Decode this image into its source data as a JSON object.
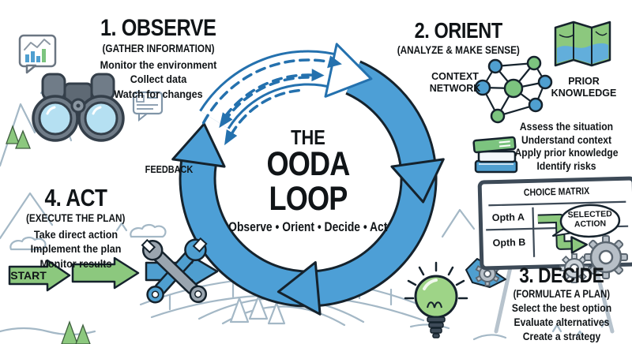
{
  "center": {
    "kicker": "THE",
    "title": "OODA LOOP",
    "subtitle": "Observe • Orient • Decide • Act"
  },
  "feedback_label": "FEEDBACK",
  "steps": {
    "observe": {
      "title": "1. OBSERVE",
      "subtitle": "(GATHER INFORMATION)",
      "lines": [
        "Monitor the environment",
        "Collect data",
        "Watch for changes"
      ]
    },
    "orient": {
      "title": "2. ORIENT",
      "subtitle": "(ANALYZE & MAKE SENSE)",
      "context_network_label": "CONTEXT\nNETWORK",
      "prior_knowledge_label": "PRIOR\nKNOWLEDGE",
      "lines": [
        "Assess the situation",
        "Understand context",
        "Apply prior knowledge",
        "Identify risks"
      ]
    },
    "decide": {
      "title": "3. DECIDE",
      "subtitle": "(FORMULATE A PLAN)",
      "lines": [
        "Select the best option",
        "Evaluate alternatives",
        "Create a strategy"
      ]
    },
    "act": {
      "title": "4. ACT",
      "subtitle": "(EXECUTE THE PLAN)",
      "lines": [
        "Take direct action",
        "Implement the plan",
        "Monitor results"
      ],
      "start_label": "START"
    }
  },
  "choice_matrix": {
    "title": "CHOICE MATRIX",
    "rows": [
      "Opth A",
      "Opth B"
    ],
    "selected_label": "SELECTED\nACTION"
  },
  "icons": {
    "observe": [
      "chart-bubble-icon",
      "binoculars-icon",
      "notes-icon"
    ],
    "orient": [
      "network-icon",
      "map-icon",
      "books-icon"
    ],
    "decide": [
      "choice-matrix-board",
      "gears-icon",
      "lightbulb-icon",
      "gear-scrap-icon"
    ],
    "act": [
      "start-arrow",
      "green-arrow",
      "tools-icon",
      "blue-arrow",
      "bridge-sketch"
    ]
  },
  "colors": {
    "loop_blue": "#4D9FD6",
    "outline_dark": "#15222C",
    "accent_green": "#8CC87E",
    "dashed_blue": "#2471AE",
    "sketch": "#A4B8C6"
  }
}
